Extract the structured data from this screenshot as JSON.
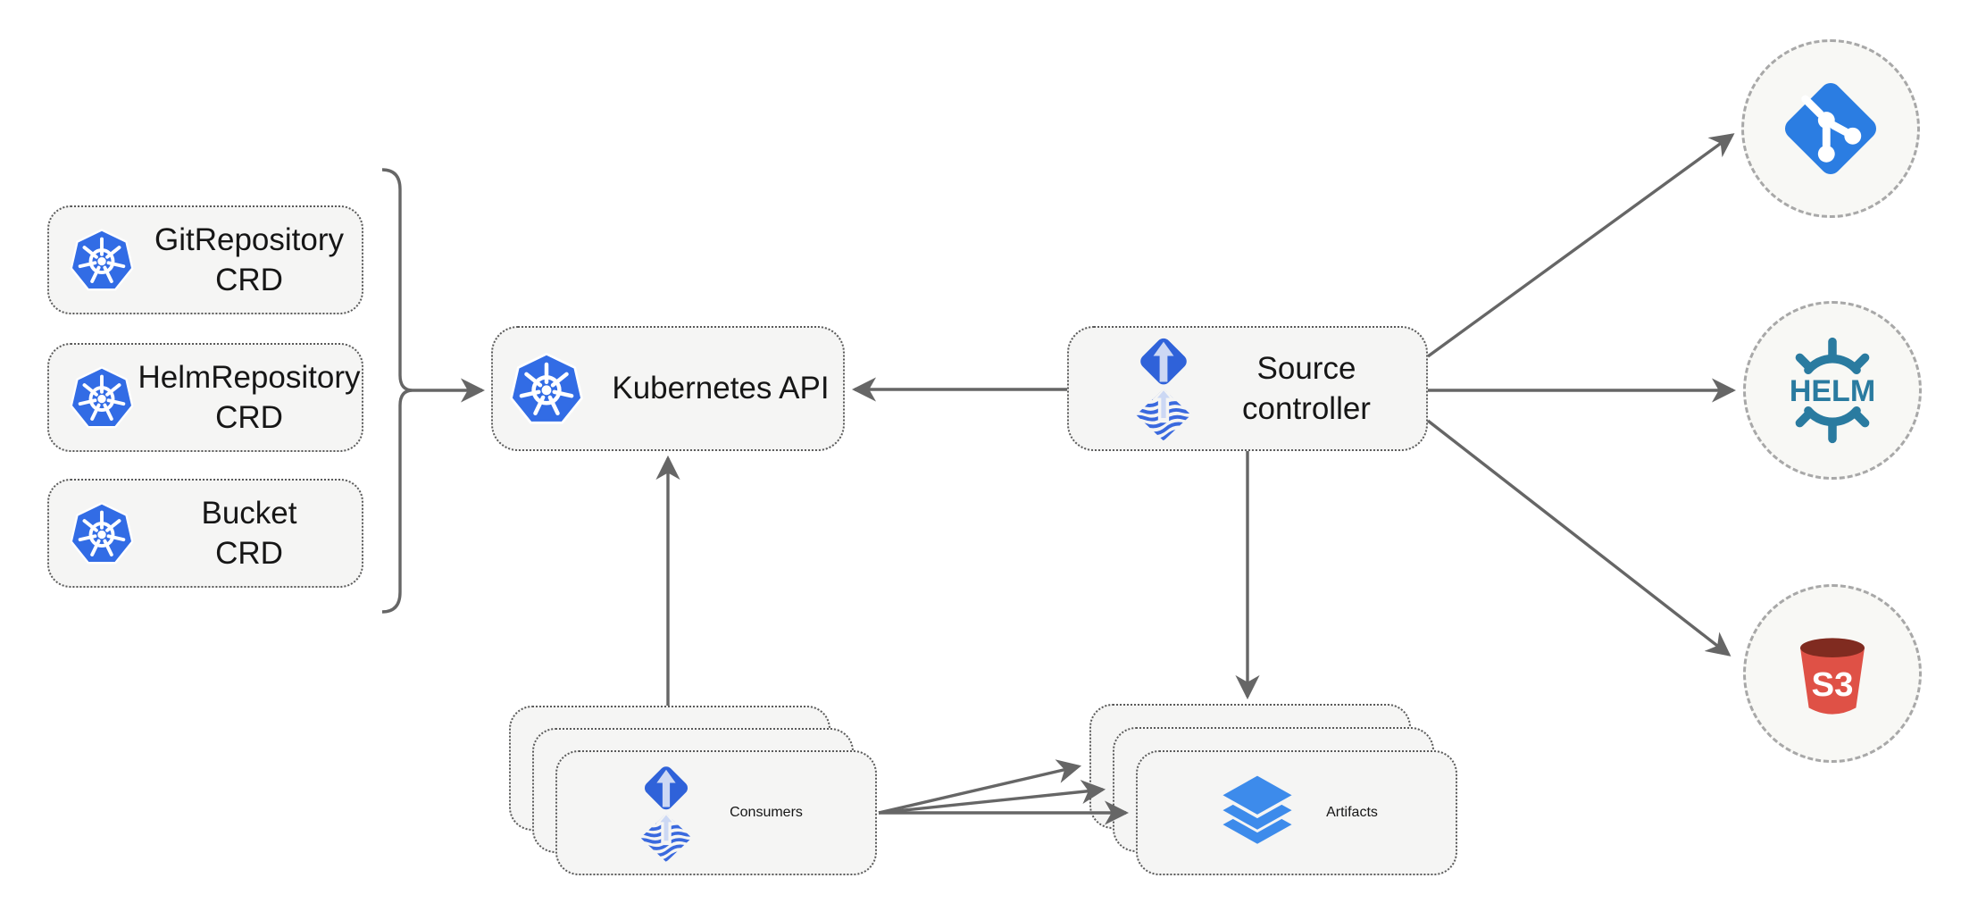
{
  "diagram": {
    "crds": [
      {
        "label": "GitRepository\nCRD"
      },
      {
        "label": "HelmRepository\nCRD"
      },
      {
        "label": "Bucket\nCRD"
      }
    ],
    "nodes": {
      "kubernetes_api": {
        "label": "Kubernetes API",
        "icon": "kubernetes-icon"
      },
      "source_controller": {
        "label": "Source\ncontroller",
        "icon": "flux-source-icon"
      },
      "consumers": {
        "label": "Consumers",
        "icon": "flux-source-icon"
      },
      "artifacts": {
        "label": "Artifacts",
        "icon": "layers-icon"
      },
      "git": {
        "icon": "git-icon"
      },
      "helm": {
        "icon": "helm-icon",
        "wordmark": "HELM"
      },
      "s3": {
        "icon": "s3-bucket-icon",
        "wordmark": "S3"
      }
    },
    "colors": {
      "kubernetes_blue": "#326ce5",
      "flux_blue": "#2f62d9",
      "flux_wave_blue": "#3a69de",
      "flux_arrow_light": "#ccd8f4",
      "git_blue": "#2b7de2",
      "helm_teal": "#2a7ba0",
      "s3_red": "#df5146",
      "s3_dark_red": "#802b20",
      "layers_blue": "#3d8beb",
      "card_bg": "#f5f5f4",
      "card_border": "#5a5a5a",
      "arrow": "#666666",
      "circle_border": "#a8a8a8",
      "text": "#161616"
    }
  }
}
